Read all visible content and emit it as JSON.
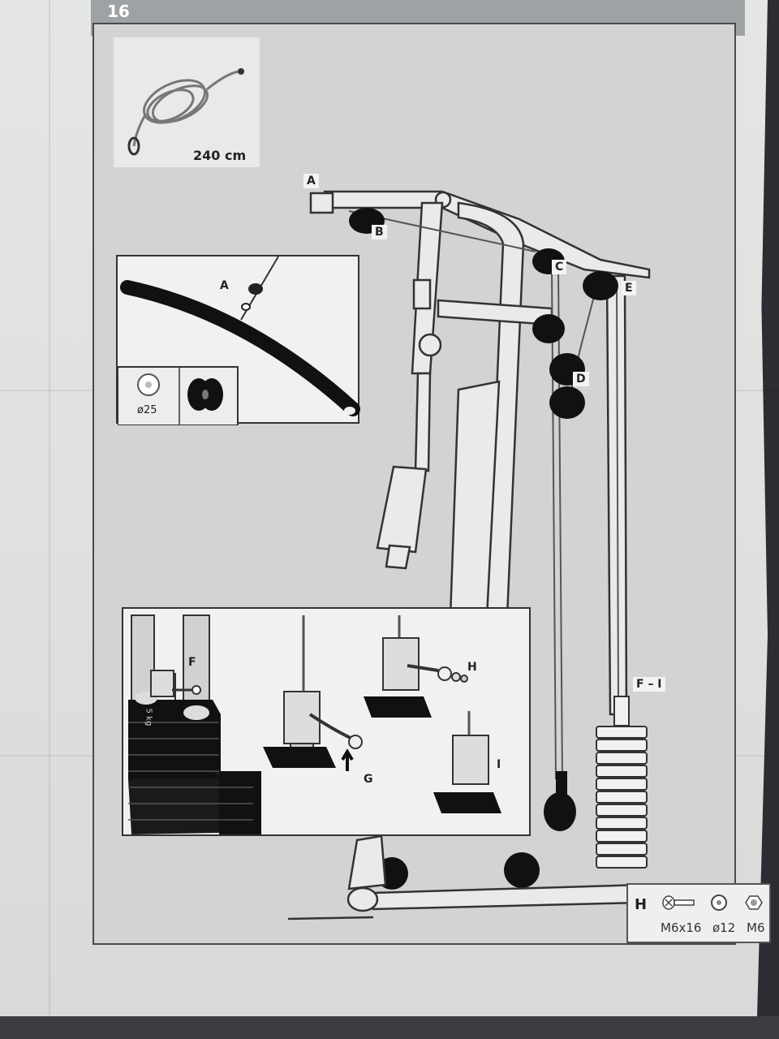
{
  "header": {
    "page_number": "16"
  },
  "cable": {
    "length_label": "240 cm"
  },
  "parts": {
    "a": "A",
    "b": "B",
    "c": "C",
    "d": "D",
    "e": "E",
    "f_i": "F – I"
  },
  "bar_inset": {
    "label_a": "A",
    "washer_size": "ø25"
  },
  "weight_inset": {
    "label_f": "F",
    "label_g": "G",
    "label_h": "H",
    "label_i": "I",
    "weight_text": "5 kg"
  },
  "hardware": {
    "group": "H",
    "items": [
      {
        "icon": "bolt-icon",
        "label": "M6x16"
      },
      {
        "icon": "washer-icon",
        "label": "ø12"
      },
      {
        "icon": "nut-icon",
        "label": "M6"
      }
    ]
  },
  "colors": {
    "frame_fill": "#d1d3d4",
    "pulley": "#111111",
    "header": "#9fa2a4"
  }
}
